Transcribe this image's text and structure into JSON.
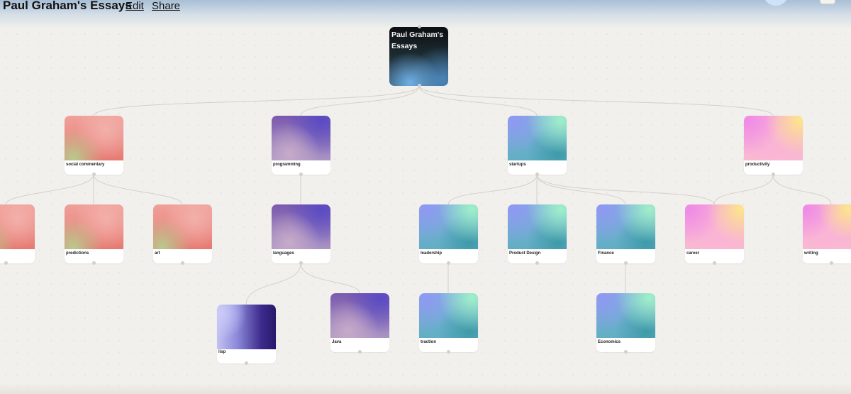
{
  "header": {
    "title": "Paul Graham's Essays",
    "edit_label": "Edit",
    "share_label": "Share"
  },
  "root": {
    "label": "Paul Graham's Essays"
  },
  "nodes": {
    "social_commentary": "social commentary",
    "programming": "programming",
    "startups": "startups",
    "productivity": "productivity",
    "predictions": "predictions",
    "art": "art",
    "languages": "languages",
    "leadership": "leadership",
    "product_design": "Product Design",
    "finance": "Finance",
    "career": "career",
    "writing": "writing",
    "lisp": "lisp",
    "java": "Java",
    "traction": "traction",
    "economics": "Economics"
  },
  "colors": {
    "canvas_background": "#f2f0ec",
    "edge": "#d3d0cb",
    "node_background": "#ffffff"
  },
  "icons": {
    "top_right_primary": "avatar-circle-icon",
    "top_right_secondary": "menu-square-icon"
  }
}
